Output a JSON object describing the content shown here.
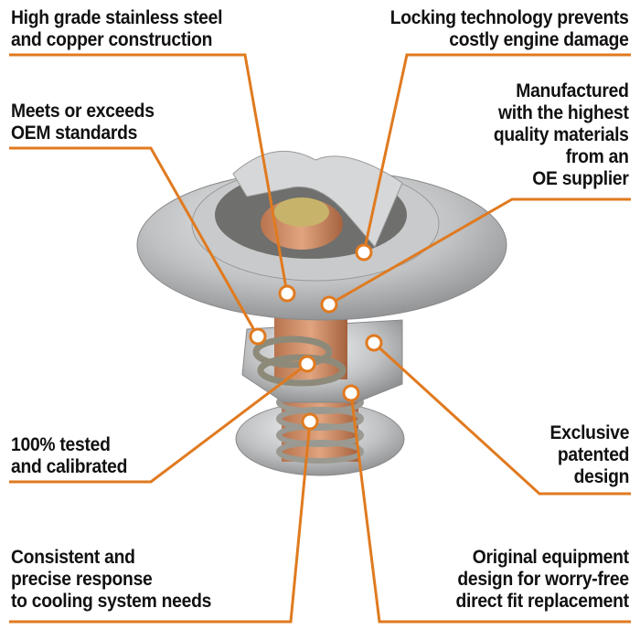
{
  "accent_color": "#e07a1f",
  "callouts": [
    {
      "id": "materials",
      "text": "High grade stainless steel\nand copper construction"
    },
    {
      "id": "locking",
      "text": "Locking technology prevents\ncostly engine damage"
    },
    {
      "id": "oem",
      "text": "Meets or exceeds\nOEM standards"
    },
    {
      "id": "supplier",
      "text": "Manufactured\nwith the highest\nquality materials\nfrom an\nOE supplier"
    },
    {
      "id": "tested",
      "text": "100% tested\nand calibrated"
    },
    {
      "id": "patented",
      "text": "Exclusive\npatented\ndesign"
    },
    {
      "id": "response",
      "text": "Consistent and\nprecise response\nto cooling system needs"
    },
    {
      "id": "fit",
      "text": "Original equipment\ndesign for worry-free\ndirect fit replacement"
    }
  ]
}
